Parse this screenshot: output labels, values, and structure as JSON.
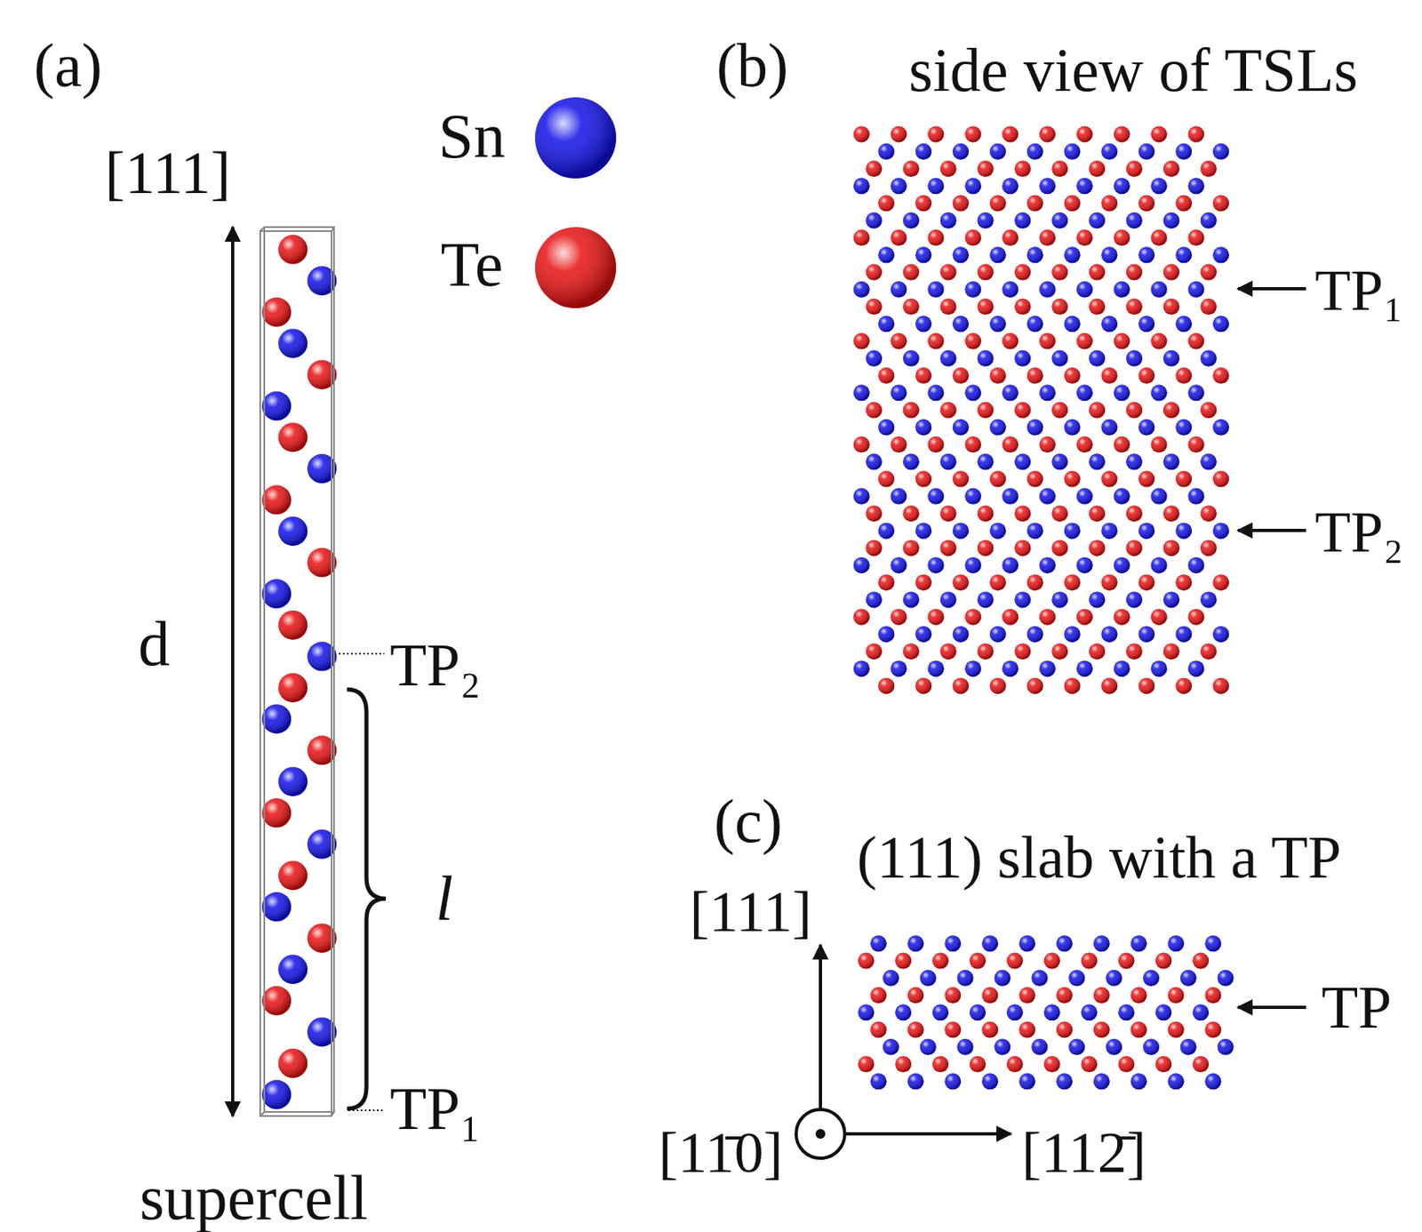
{
  "diagram": {
    "labels": [
      "(a)",
      "[111]",
      "d",
      "TP₂",
      "l",
      "TP₁",
      "supercell",
      "(b)",
      "side view of TSLs",
      "TP₁",
      "TP₂",
      "(c)",
      "(111) slab with a TP",
      "[111]",
      "TP",
      "[11̄0]",
      "[112̄]"
    ],
    "legend": [
      {
        "text": "Sn",
        "color": "#1010e8"
      },
      {
        "text": "Te",
        "color": "#e81010"
      }
    ]
  }
}
